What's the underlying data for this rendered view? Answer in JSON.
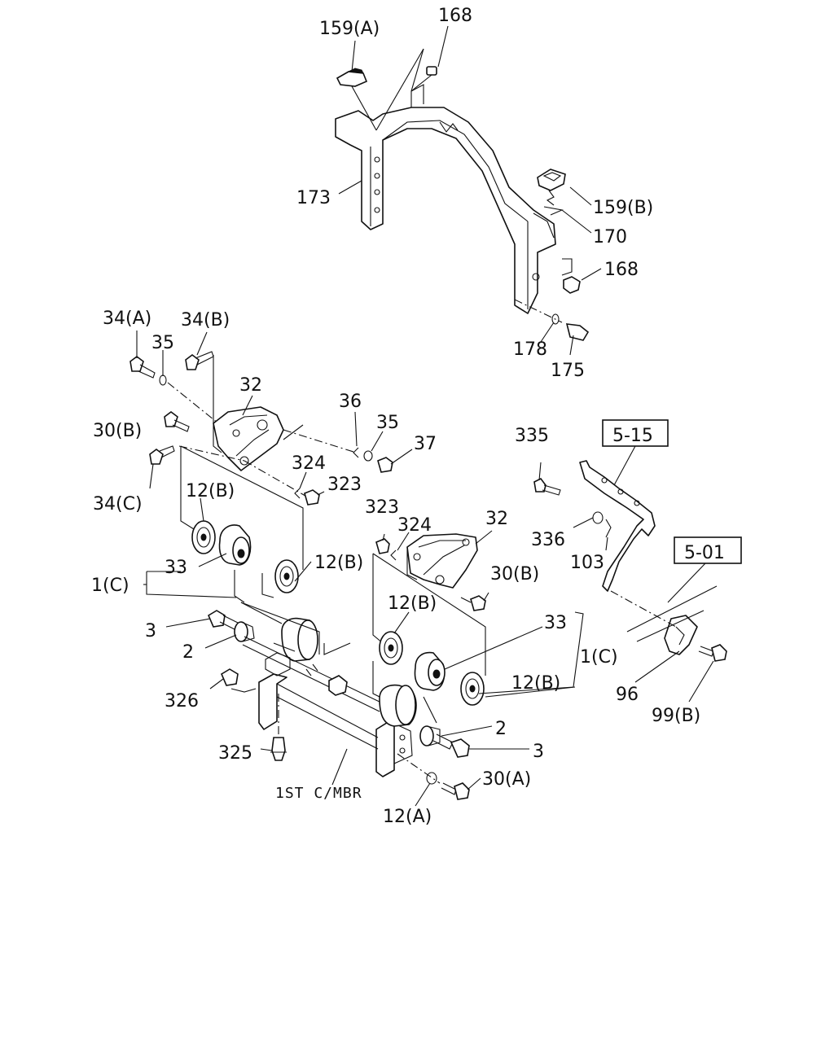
{
  "callouts": {
    "c_159a": "159(A)",
    "c_168_top": "168",
    "c_173": "173",
    "c_159b": "159(B)",
    "c_170": "170",
    "c_168_right": "168",
    "c_178": "178",
    "c_175": "175",
    "c_34a": "34(A)",
    "c_34b": "34(B)",
    "c_35_left": "35",
    "c_32_left": "32",
    "c_30b_left": "30(B)",
    "c_34c": "34(C)",
    "c_36": "36",
    "c_35_right": "35",
    "c_37": "37",
    "c_324_left": "324",
    "c_323_left": "323",
    "c_12b_left_top": "12(B)",
    "c_33_left": "33",
    "c_1c_left": "1(C)",
    "c_12b_left_mid": "12(B)",
    "c_3_left": "3",
    "c_2_left": "2",
    "c_326": "326",
    "c_325": "325",
    "c_323_mid": "323",
    "c_324_mid": "324",
    "c_32_mid": "32",
    "c_30b_mid": "30(B)",
    "c_12b_mid": "12(B)",
    "c_33_right": "33",
    "c_1c_right": "1(C)",
    "c_12b_right": "12(B)",
    "c_2_right": "2",
    "c_3_right": "3",
    "c_30a": "30(A)",
    "c_12a": "12(A)",
    "c_1st_mbr": "1ST C/MBR",
    "c_335": "335",
    "c_336": "336",
    "c_103": "103",
    "c_96": "96",
    "c_99b": "99(B)"
  },
  "references": {
    "ref_515": "5-15",
    "ref_501": "5-01"
  }
}
